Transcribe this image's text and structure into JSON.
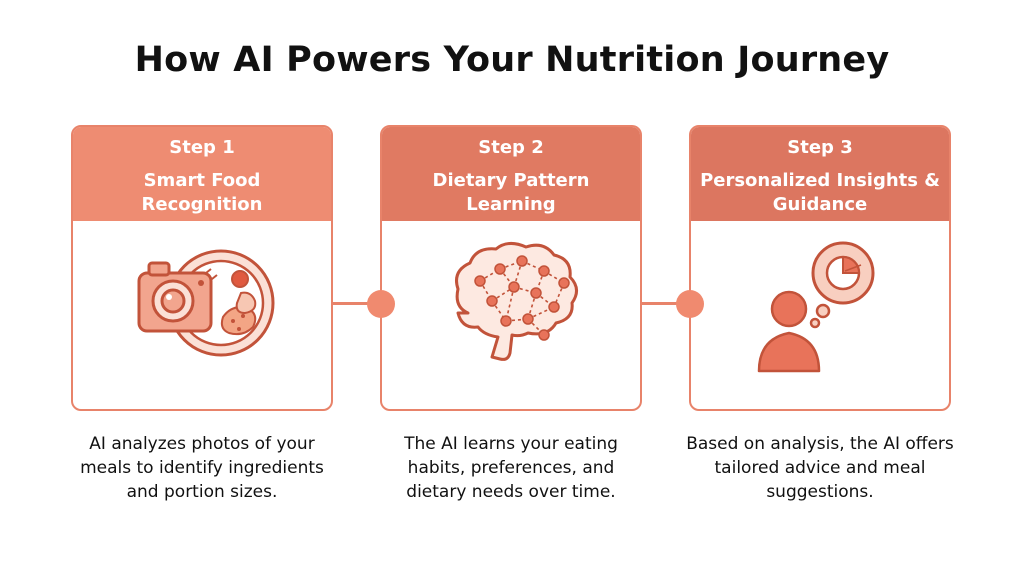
{
  "title": "How AI Powers Your Nutrition Journey",
  "colors": {
    "accent": "#e8836a",
    "header_1": "#ee8c72",
    "header_2": "#e07a62",
    "header_3": "#dc7660",
    "icon_fill": "#f2a58e",
    "icon_stroke": "#c2533a"
  },
  "steps": [
    {
      "label": "Step 1",
      "title": "Smart Food Recognition",
      "icon": "camera-plate-icon",
      "description": "AI analyzes photos of your meals to identify ingredients and portion sizes."
    },
    {
      "label": "Step 2",
      "title": "Dietary Pattern Learning",
      "icon": "brain-network-icon",
      "description": "The AI learns your eating habits, preferences, and dietary needs over time."
    },
    {
      "label": "Step 3",
      "title": "Personalized Insights & Guidance",
      "icon": "person-thought-chart-icon",
      "description": "Based on analysis, the AI offers tailored advice and meal suggestions."
    }
  ]
}
